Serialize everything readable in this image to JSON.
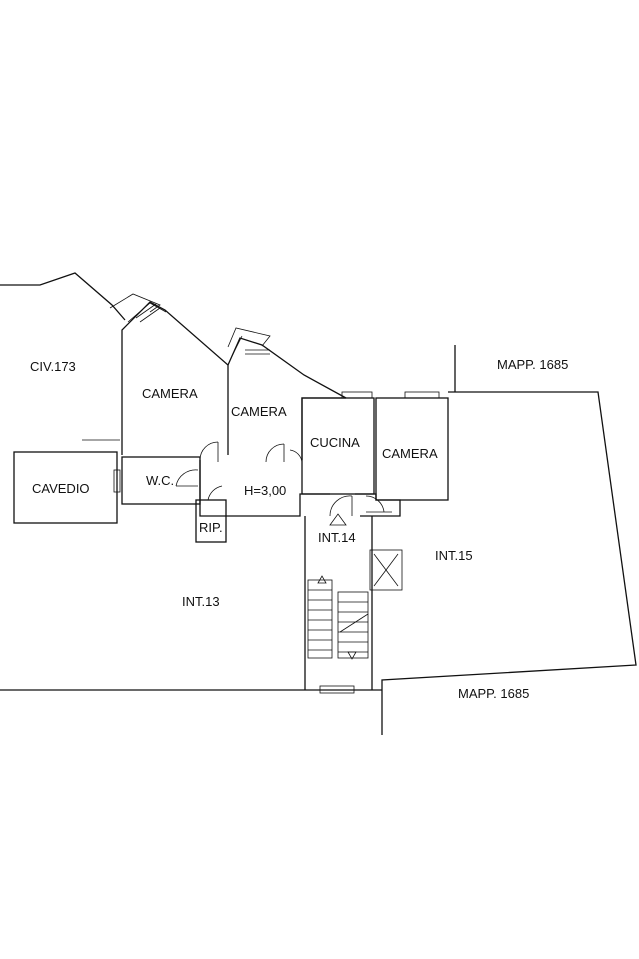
{
  "labels": {
    "civ": "CIV.173",
    "camera_1": "CAMERA",
    "camera_2": "CAMERA",
    "cucina": "CUCINA",
    "camera_3": "CAMERA",
    "cavedio": "CAVEDIO",
    "wc": "W.C.",
    "height": "H=3,00",
    "rip": "RIP.",
    "int14": "INT.14",
    "int15": "INT.15",
    "int13": "INT.13",
    "mapp_top": "MAPP. 1685",
    "mapp_bottom": "MAPP. 1685"
  },
  "colors": {
    "line": "#111111",
    "background": "#ffffff"
  }
}
